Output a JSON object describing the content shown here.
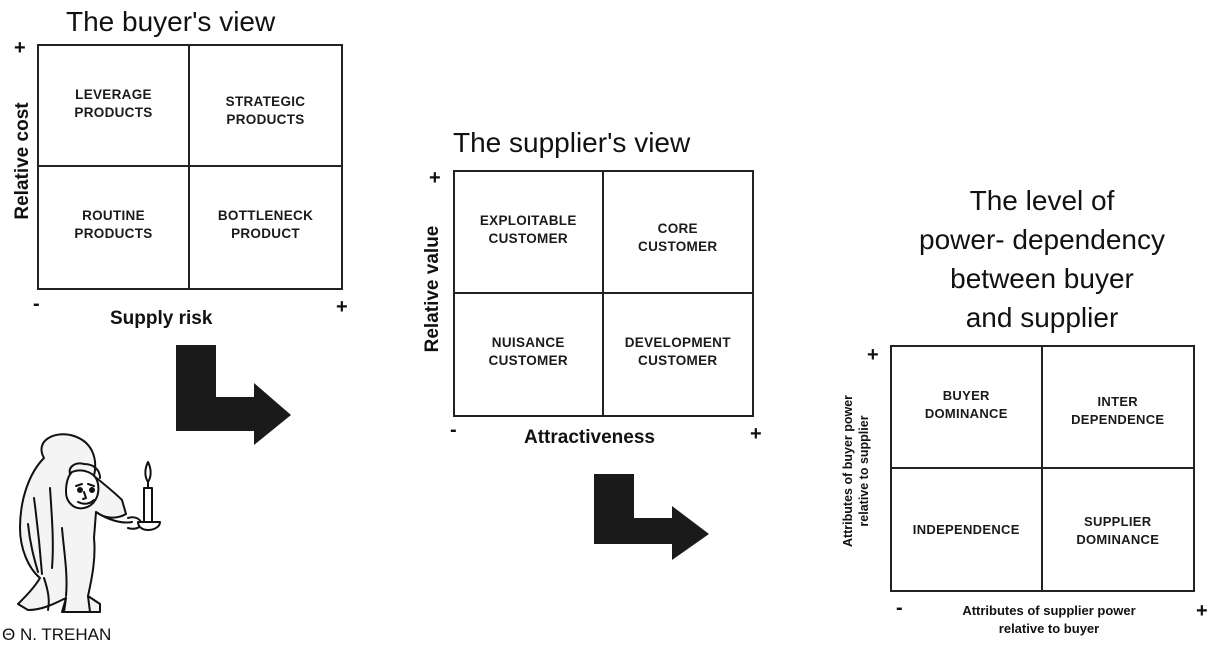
{
  "buyer_view": {
    "title": "The buyer's view",
    "cells": {
      "top_left": [
        "LEVERAGE",
        "PRODUCTS"
      ],
      "top_right": [
        "STRATEGIC",
        "PRODUCTS"
      ],
      "bottom_left": [
        "ROUTINE",
        "PRODUCTS"
      ],
      "bottom_right": [
        "BOTTLENECK",
        "PRODUCT"
      ]
    },
    "y_axis": "Relative cost",
    "x_axis": "Supply risk",
    "y_plus": "+",
    "x_minus": "-",
    "x_plus": "+"
  },
  "supplier_view": {
    "title": "The supplier's view",
    "cells": {
      "top_left": [
        "EXPLOITABLE",
        "CUSTOMER"
      ],
      "top_right": [
        "CORE",
        "CUSTOMER"
      ],
      "bottom_left": [
        "NUISANCE",
        "CUSTOMER"
      ],
      "bottom_right": [
        "DEVELOPMENT",
        "CUSTOMER"
      ]
    },
    "y_axis": "Relative value",
    "x_axis": "Attractiveness",
    "y_plus": "+",
    "x_minus": "-",
    "x_plus": "+"
  },
  "power_dependency": {
    "title_lines": [
      "The level of",
      "power- dependency",
      "between buyer",
      "and supplier"
    ],
    "cells": {
      "top_left": [
        "BUYER",
        "DOMINANCE"
      ],
      "top_right": [
        "INTER",
        "DEPENDENCE"
      ],
      "bottom_left": [
        "INDEPENDENCE"
      ],
      "bottom_right": [
        "SUPPLIER",
        "DOMINANCE"
      ]
    },
    "y_axis_lines": [
      "Attributes of buyer power",
      "relative to supplier"
    ],
    "x_axis_lines": [
      "Attributes of supplier power",
      "relative to buyer"
    ],
    "y_plus": "+",
    "x_minus": "-",
    "x_plus": "+"
  },
  "copyright": "Θ N. TREHAN",
  "colors": {
    "ink": "#111111",
    "arrow": "#1a1a1a",
    "background": "#ffffff"
  },
  "icons": [
    "arrow-down-right-icon",
    "hunchback-candle-illustration"
  ]
}
